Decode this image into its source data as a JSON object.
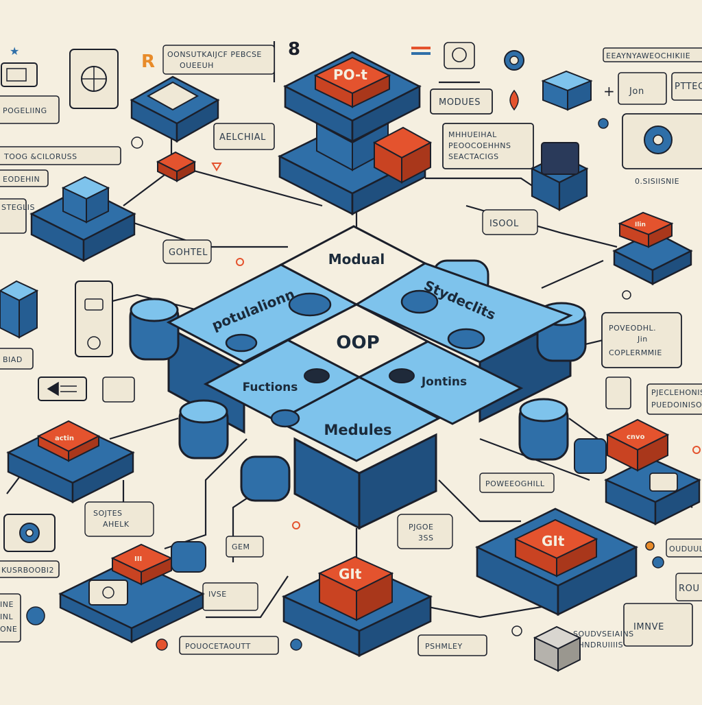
{
  "colors": {
    "background": "#f5efe0",
    "puzzle_top": "#7ec3ec",
    "block_side": "#2f6fa8",
    "accent_red": "#e4532e",
    "outline": "#1b1f2a",
    "card": "#efe8d6"
  },
  "center": {
    "core": "OOP",
    "top": "Modual",
    "left": "potulalionn",
    "right": "Stydeclits",
    "bottom_left": "Fuctions",
    "bottom_right": "Jontins",
    "bottom": "Medules"
  },
  "blocks": {
    "top_tower": "PO-t",
    "git_center": "GIt",
    "git_right": "GIt",
    "small_left_red": "actin",
    "small_right_red": "Ilin",
    "bottom_left_red": "III",
    "right_mid_red": "cnvo"
  },
  "cards": {
    "header_left": "OONSUTKAIJCF PEBCSE",
    "header_left_sub": "OUEEUH",
    "modules": "MODUES",
    "mid_card_l1": "MHHUEIHAL",
    "mid_card_l2": "PEOOCOEHHNS",
    "mid_card_l3": "SEACTACIGS",
    "left_card": "AELCHIAL",
    "left_tag_1": "POGELIING",
    "left_tag_2": "TOOG &CILORUSS",
    "left_tag_3": "EODEHIN",
    "left_tag_4": "STEGLIS",
    "left_tag_5": "BIAD",
    "gothel": "GOHTEL",
    "top_right_header": "EEAYNYAWEOCHIKIIE",
    "jon": "Jon",
    "pttec": "PTTEC",
    "right_tag_1": "0.SISIISNIE",
    "right_tag_2": "ISOOL",
    "poveod": "POVEODHL.",
    "jin": "Jin",
    "copermie": "COPLERMMIE",
    "puedoinisoo": "PUEDOINISO",
    "pueclr": "PJECLEHONIS",
    "poweeoghill": "POWEEOGHILL",
    "soutes": "SOJTES",
    "ahelk": "AHELK",
    "pjgoe": "PJGOE",
    "pjgoe_sub": "3SS",
    "gem": "GEM",
    "poudrce": "POUOCETAOUTT",
    "pshmley": "PSHMLEY",
    "souds": "SOUDVSEIAINS",
    "shnd": "SHNDRUIIIIS",
    "ouduu": "OUDUUL",
    "rou": "ROU",
    "imnve": "IMNVE",
    "kusrbo": "KUSRBOOBI2",
    "ine": "INE",
    "lnl": "INL",
    "one": "ONE",
    "vse": "IVSE"
  }
}
